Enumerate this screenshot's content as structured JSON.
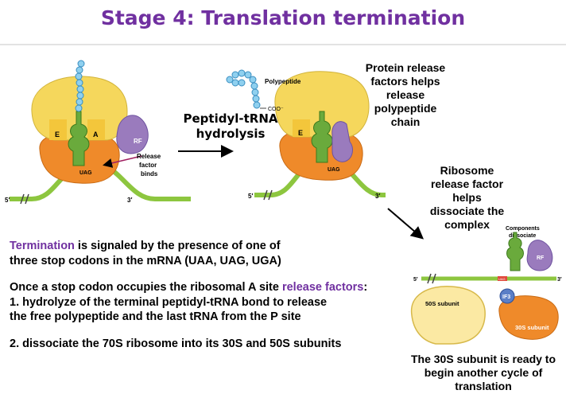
{
  "title": "Stage 4: Translation termination",
  "panel1": {
    "site_e": "E",
    "site_a": "A",
    "codon": "UAG",
    "rf_label": "RF",
    "rf_caption": [
      "Release",
      "factor",
      "binds"
    ],
    "mrna_5": "5′",
    "mrna_3": "3′"
  },
  "step_label": [
    "Peptidyl-tRNA",
    "hydrolysis"
  ],
  "panel2": {
    "polypeptide_label": "Polypeptide",
    "coo_label": "COO⁻",
    "site_e": "E",
    "codon": "UAG",
    "mrna_5": "5′",
    "mrna_3": "3′",
    "caption": [
      "Protein release",
      "factors helps",
      "release",
      "polypeptide",
      "chain"
    ]
  },
  "panel3": {
    "caption": [
      "Ribosome",
      "release factor",
      "helps",
      "dissociate the",
      "complex"
    ],
    "components_label": [
      "Components",
      "dissociate"
    ],
    "rf_label": "RF",
    "mrna_5": "5′",
    "mrna_3": "3′",
    "codon": "UAG",
    "subunit_50s": "50S subunit",
    "subunit_30s": "30S subunit",
    "if3": "IF3",
    "final_caption": [
      "The 30S subunit is ready to",
      "begin another cycle of",
      "translation"
    ]
  },
  "text": {
    "term_word": "Termination",
    "line1_rest": " is signaled by the presence of one of",
    "line2": "three stop codons in the mRNA (UAA, UAG, UGA)",
    "line3_a": "Once a stop codon occupies the ribosomal A site ",
    "line3_b": "release factors",
    "line3_c": ":",
    "line4": "1.   hydrolyze of the terminal peptidyl-tRNA bond to release",
    "line5": "the free polypeptide and the last tRNA from the P site",
    "line6": "2. dissociate the 70S ribosome into its 30S and 50S subunits"
  },
  "colors": {
    "title": "#7030a0",
    "large_subunit": "#f5d75c",
    "small_subunit": "#ef8a2a",
    "mrna": "#8dc63f",
    "trna": "#6aaa3c",
    "release_factor": "#9a7bbd",
    "peptide": "#8fd0ef"
  }
}
